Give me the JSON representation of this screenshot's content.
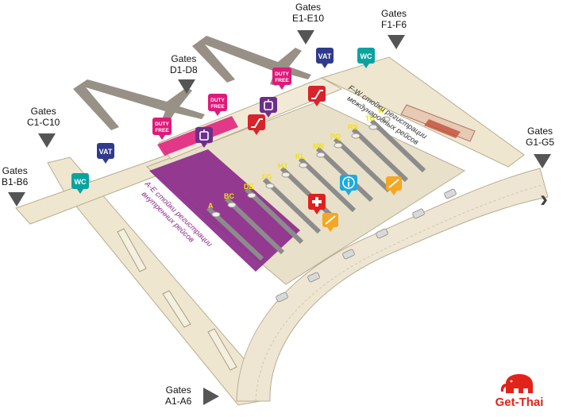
{
  "gates": [
    {
      "id": "A",
      "line1": "Gates",
      "line2": "A1-A6"
    },
    {
      "id": "B",
      "line1": "Gates",
      "line2": "B1-B6"
    },
    {
      "id": "C",
      "line1": "Gates",
      "line2": "C1-C10"
    },
    {
      "id": "D",
      "line1": "Gates",
      "line2": "D1-D8"
    },
    {
      "id": "E",
      "line1": "Gates",
      "line2": "E1-E10"
    },
    {
      "id": "F",
      "line1": "Gates",
      "line2": "F1-F6"
    },
    {
      "id": "G",
      "line1": "Gates",
      "line2": "G1-G5"
    }
  ],
  "facilities": {
    "vat": "VAT",
    "wc": "WC",
    "duty_free": [
      "DUTY",
      "FREE"
    ]
  },
  "zones": {
    "domestic": [
      "A-E стойки регистрации",
      "внутренних рейсов"
    ],
    "international": [
      "F-W стойки регистрации",
      "международных рейсов"
    ]
  },
  "counter_rows": [
    "A",
    "BC",
    "DE",
    "FG",
    "HJ",
    "KL",
    "MN",
    "PQ",
    "RS",
    "TU",
    "W"
  ],
  "brand": {
    "name": "Get-Thai"
  },
  "colors": {
    "domestic_zone": "#8b2a8b",
    "vat": "#2f3a8c",
    "wc": "#0aa3a0",
    "duty_free": "#e0197a",
    "baggage": "#6b2f8a",
    "info": "#1ea9e1",
    "first_aid": "#e02020",
    "exit": "#f5a623",
    "desk_label": "#f3e300",
    "brand": "#e2231a"
  },
  "icons": [
    "airplane-icon",
    "vat-icon",
    "wc-icon",
    "duty-free-icon",
    "baggage-icon",
    "escalator-icon",
    "first-aid-icon",
    "info-icon",
    "exit-icon",
    "gate-arrow-icon",
    "elephant-logo-icon",
    "next-arrow-icon"
  ]
}
